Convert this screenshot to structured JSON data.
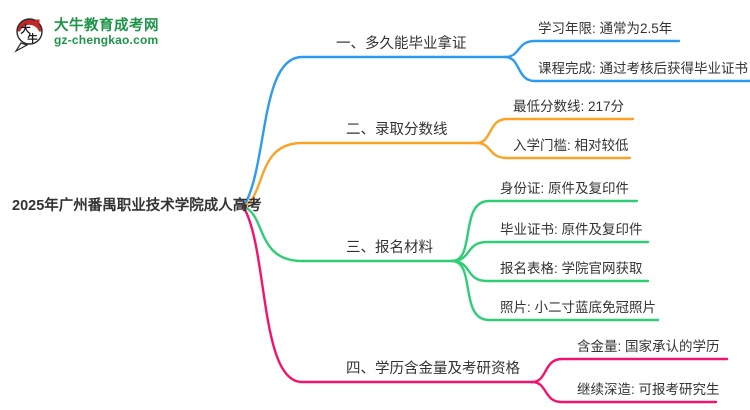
{
  "logo": {
    "title": "大牛教育成考网",
    "domain": "gz-chengkao.com",
    "icon_char_top": "大",
    "icon_char_bottom": "牛"
  },
  "main_topic": "2025年广州番禺职业技术学院成人高考",
  "branches": [
    {
      "label": "一、多久能毕业拿证",
      "color": "#2E9BF0",
      "children": [
        "学习年限: 通常为2.5年",
        "课程完成: 通过考核后获得毕业证书"
      ]
    },
    {
      "label": "二、录取分数线",
      "color": "#FAA327",
      "children": [
        "最低分数线: 217分",
        "入学门槛: 相对较低"
      ]
    },
    {
      "label": "三、报名材料",
      "color": "#2FCE76",
      "children": [
        "身份证: 原件及复印件",
        "毕业证书: 原件及复印件",
        "报名表格: 学院官网获取",
        "照片: 小二寸蓝底免冠照片"
      ]
    },
    {
      "label": "四、学历含金量及考研资格",
      "color": "#F2136E",
      "children": [
        "含金量: 国家承认的学历",
        "继续深造: 可报考研究生"
      ]
    }
  ],
  "colors": {
    "node_text": "#333333",
    "brand_green": "#1E9448",
    "logo_red": "#C3272B",
    "fork_dot": "#8A3038"
  }
}
